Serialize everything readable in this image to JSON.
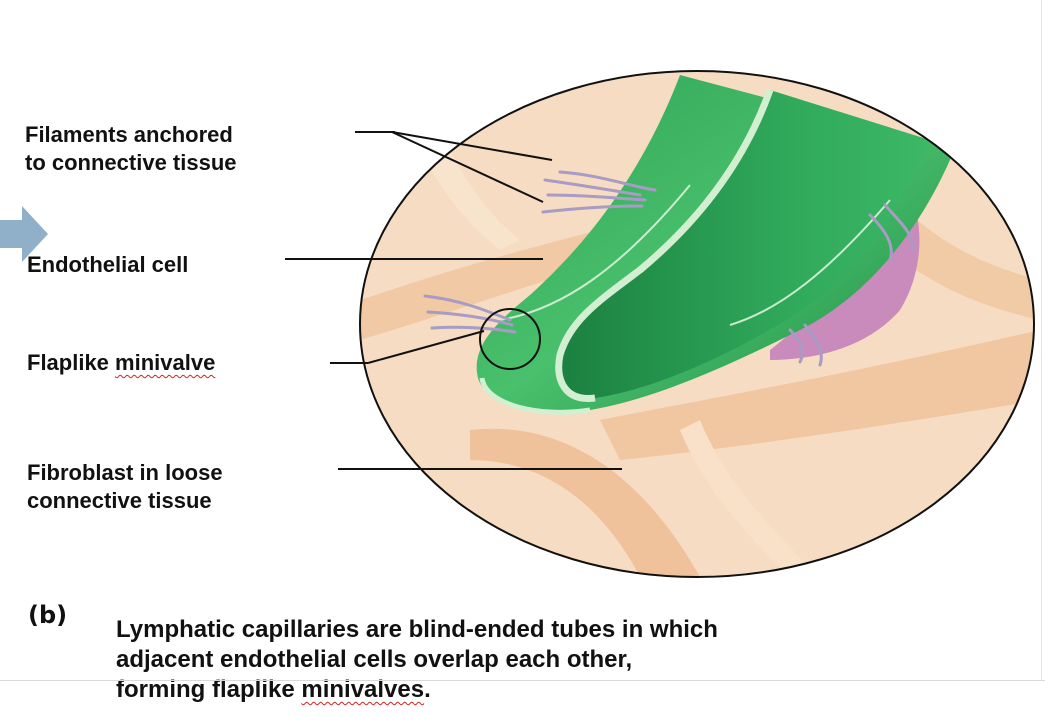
{
  "labels": {
    "filaments_line1": "Filaments anchored",
    "filaments_line2": "to connective tissue",
    "endothelial": "Endothelial cell",
    "minivalve_prefix": "Flaplike ",
    "minivalve_word": "minivalve",
    "fibroblast_line1": "Fibroblast in loose",
    "fibroblast_line2": "connective tissue"
  },
  "figure": {
    "part_letter": "(b)"
  },
  "caption": {
    "line1": "Lymphatic capillaries are blind-ended tubes in which",
    "line2": "adjacent endothelial cells overlap each other,",
    "line3_prefix": "forming flaplike ",
    "line3_word": "minivalves",
    "line3_suffix": "."
  },
  "colors": {
    "tissue": "#f4d3b4",
    "tissue_light": "#f9e4cf",
    "capillary_outer": "#45b768",
    "capillary_dark": "#1e8c45",
    "capillary_rim": "#cdeccd",
    "valve_pink": "#c98ab8",
    "filament": "#a89bc4",
    "arrow": "#8fb0c8",
    "spellcheck": "#d42020"
  },
  "icons": {
    "pointer": "arrow-right-icon"
  }
}
